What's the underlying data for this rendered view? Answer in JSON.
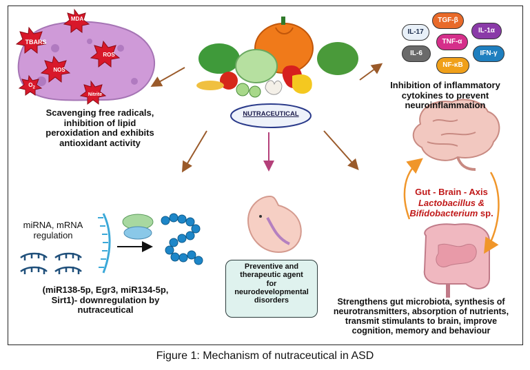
{
  "caption": "Figure 1: Mechanism of nutraceutical in ASD",
  "center": {
    "label": "NUTRACEUTICAL"
  },
  "free_radicals": {
    "labels": [
      "MDA",
      "TBARS",
      "ROS",
      "NOS",
      "O",
      "Nitrite"
    ],
    "o2_subscript": "2",
    "text": [
      "Scavenging free radicals,",
      "inhibition of lipid",
      "peroxidation and exhibits",
      "antioxidant activity"
    ]
  },
  "cytokines": {
    "pills": [
      {
        "label": "IL-17",
        "color": "#e8f0f8"
      },
      {
        "label": "TGF-β",
        "color": "#e86a2a"
      },
      {
        "label": "IL-1α",
        "color": "#8a3aa8"
      },
      {
        "label": "IL-6",
        "color": "#6a6a6a"
      },
      {
        "label": "TNF-α",
        "color": "#d52f8a"
      },
      {
        "label": "IFN-γ",
        "color": "#1f7fbf"
      },
      {
        "label": "NF-κB",
        "color": "#f0a01a"
      }
    ],
    "text": [
      "Inhibition of inflammatory",
      "cytokines to prevent",
      "neuroinflammation"
    ]
  },
  "mirna": {
    "title": [
      "miRNA, mRNA",
      "regulation"
    ],
    "text": [
      "(miR138-5p, Egr3, miR134-5p,",
      "Sirt1)- downregulation by",
      "nutraceutical"
    ]
  },
  "embryo": {
    "text": [
      "Preventive and",
      "therapeutic agent",
      "for",
      "neurodevelopmental",
      "disorders"
    ]
  },
  "gut_brain": {
    "title": "Gut - Brain - Axis",
    "bacteria": [
      "Lactobacillus &",
      "Bifidobacterium"
    ],
    "species_suffix": " sp.",
    "text": [
      "Strengthens gut microbiota, synthesis of",
      "neurotransmitters, absorption of nutrients,",
      "transmit stimulants to brain, improve",
      "cognition, memory and behaviour"
    ]
  },
  "colors": {
    "arrow_brown": "#9a5a2a",
    "arrow_magenta": "#b4407a",
    "cycle_orange": "#f0962a",
    "gut_title_red": "#c01818",
    "cell_purple": "#cf9ad8",
    "star_red": "#d8182a",
    "dna_teal": "#1f4f7a",
    "chain_blue": "#1d86c8",
    "embryo_box": "#dff2ee"
  }
}
